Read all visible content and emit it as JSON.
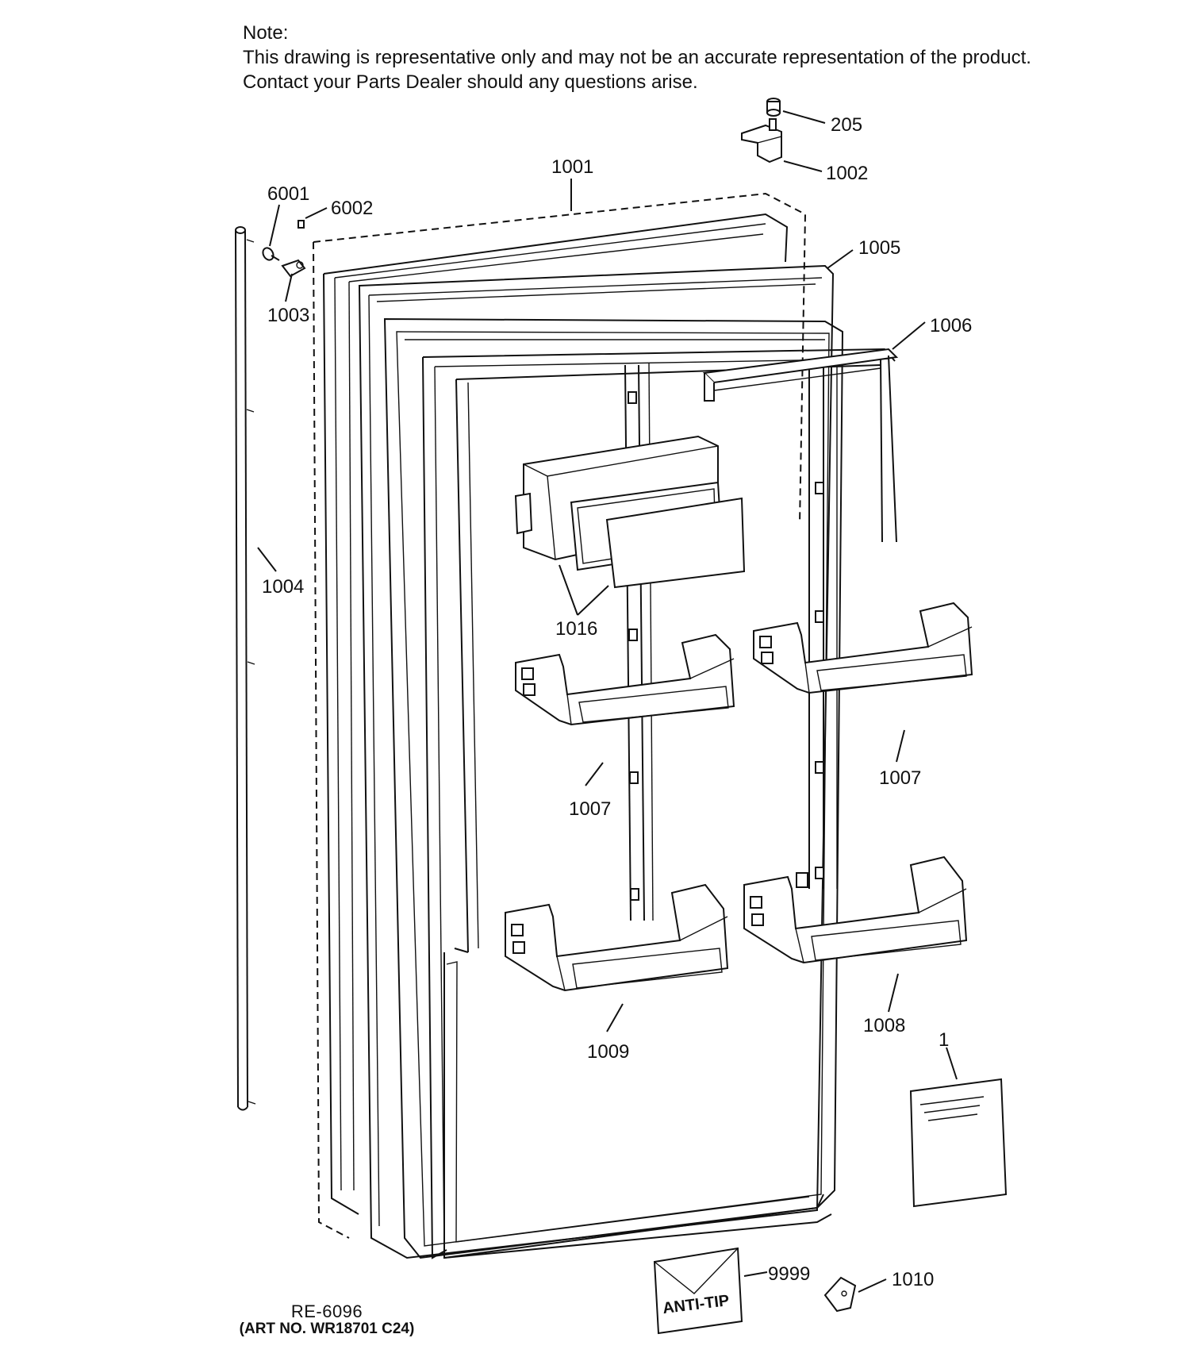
{
  "note": {
    "heading": "Note:",
    "line1": "This drawing is representative only and may not be an accurate representation of the product.",
    "line2": "Contact your Parts Dealer should any questions arise."
  },
  "callouts": {
    "c205": "205",
    "c1002": "1002",
    "c1001": "1001",
    "c6001": "6001",
    "c6002": "6002",
    "c1003": "1003",
    "c1005": "1005",
    "c1006": "1006",
    "c1004": "1004",
    "c1016": "1016",
    "c1007a": "1007",
    "c1007b": "1007",
    "c1008": "1008",
    "c1009": "1009",
    "c1": "1",
    "c9999": "9999",
    "c1010": "1010"
  },
  "labels": {
    "anti_tip": "ANTI-TIP"
  },
  "footer": {
    "ref": "RE-6096",
    "art_no": "(ART NO. WR18701 C24)"
  }
}
